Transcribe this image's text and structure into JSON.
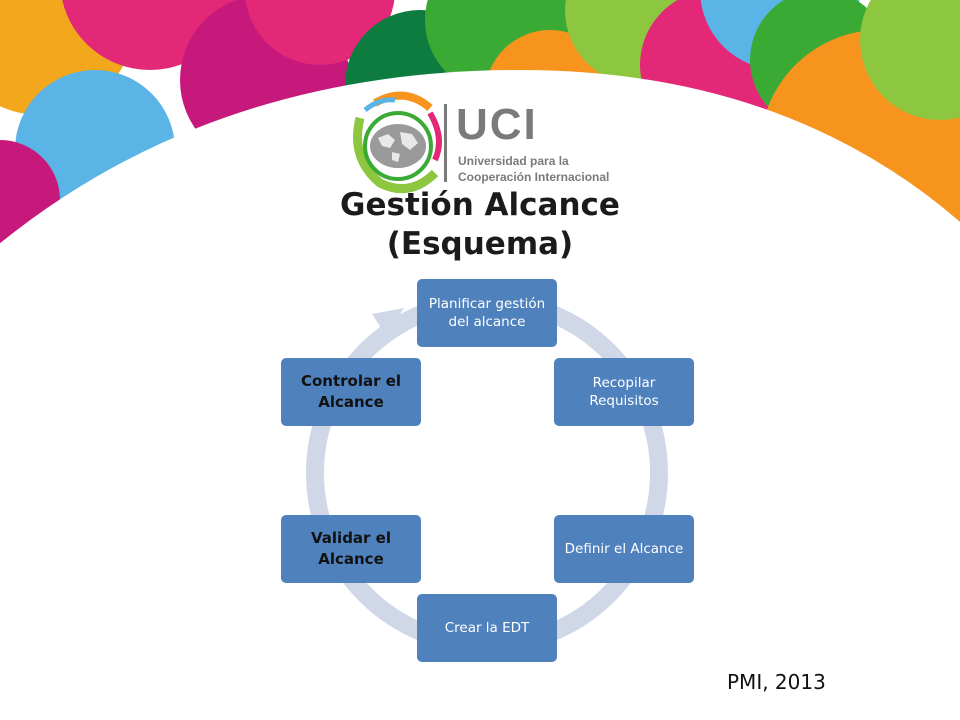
{
  "colors": {
    "node_fill": "#4f81bd",
    "arc_color": "#d0d8e8",
    "banner": [
      "#f3a71d",
      "#c7197c",
      "#3aaa35",
      "#0e7c3f",
      "#5ab4e5",
      "#f7941e",
      "#e22877",
      "#8dc63f"
    ]
  },
  "logo": {
    "abbr": "UCI",
    "line1": "Universidad para la",
    "line2": "Cooperación Internacional"
  },
  "title": {
    "line1": "Gestión Alcance",
    "line2": "(Esquema)"
  },
  "cycle": {
    "nodes": [
      {
        "label": "Planificar gestión del alcance"
      },
      {
        "label": "Recopilar Requisitos"
      },
      {
        "label": "Definir el Alcance"
      },
      {
        "label": "Crear la EDT"
      },
      {
        "label": "Validar el Alcance"
      },
      {
        "label": "Controlar el Alcance"
      }
    ]
  },
  "citation": "PMI, 2013"
}
